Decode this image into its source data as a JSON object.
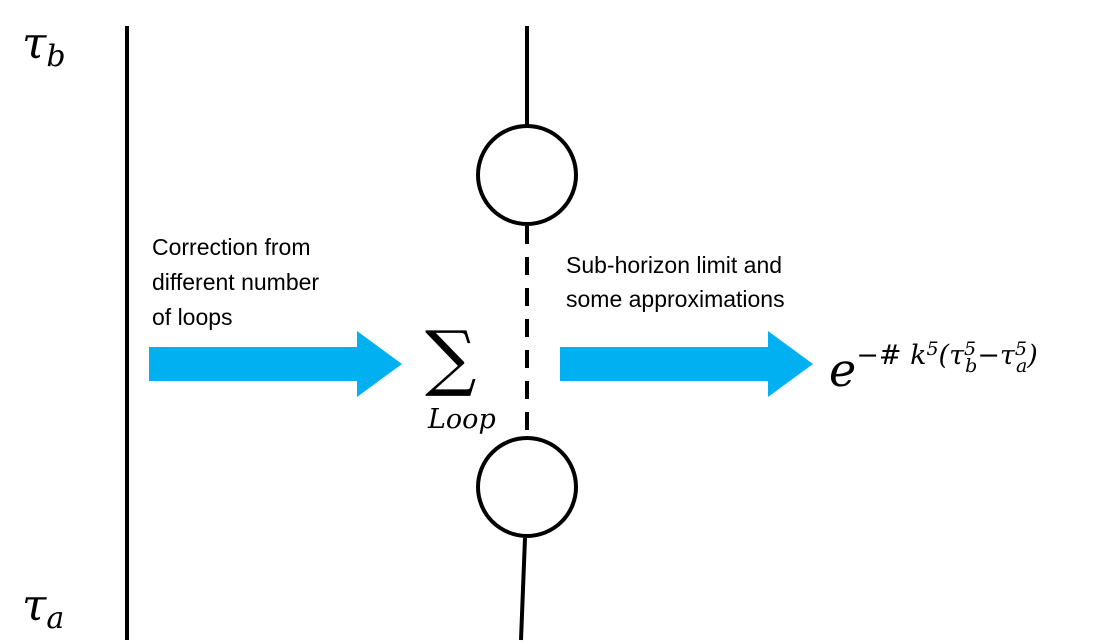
{
  "time_labels": {
    "top_symbol": "τ",
    "top_subscript": "b",
    "bottom_symbol": "τ",
    "bottom_subscript": "a"
  },
  "left_note": {
    "lines": [
      "Correction from",
      "different number",
      "of loops"
    ]
  },
  "right_note": {
    "lines": [
      "Sub-horizon limit and",
      "some approximations"
    ]
  },
  "sum": {
    "symbol": "∑",
    "subscript": "Loop"
  },
  "result": {
    "base": "e",
    "exponent": {
      "prefix": "−# k",
      "k_power": "5",
      "open_paren": "(",
      "term1_symbol": "τ",
      "term1_power": "5",
      "term1_subscript": "b",
      "minus": "−",
      "term2_symbol": "τ",
      "term2_power": "5",
      "term2_subscript": "a",
      "close_paren": ")"
    }
  },
  "colors": {
    "arrow": "#00b0f0",
    "line": "#000000"
  }
}
